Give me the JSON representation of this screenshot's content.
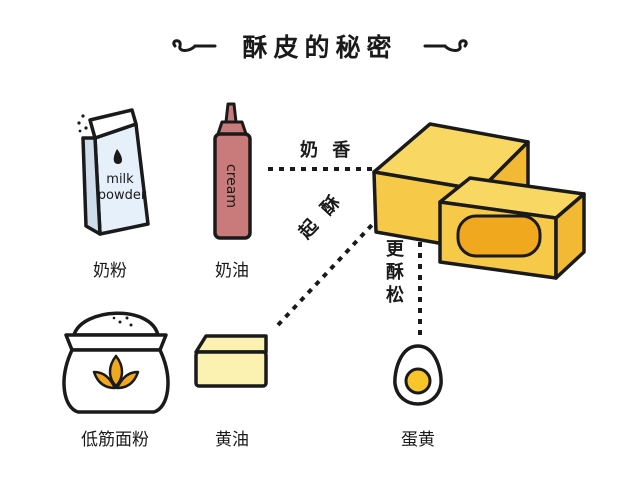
{
  "title": "酥皮的秘密",
  "ingredients": {
    "milk_powder": {
      "name": "奶粉",
      "package_top": "milk",
      "package_bottom": "powder"
    },
    "cream": {
      "name": "奶油",
      "tube_text": "cream"
    },
    "flour": {
      "name": "低筋面粉"
    },
    "butter": {
      "name": "黄油"
    },
    "egg_yolk": {
      "name": "蛋黄"
    }
  },
  "effects": {
    "milky_aroma": "奶 香",
    "flaky": "起 酥",
    "crispier": "更酥松"
  },
  "colors": {
    "outline": "#1a1a1a",
    "pastry": "#f7c948",
    "pastry_light": "#fbe27c",
    "pastry_top": "#f9d763",
    "filling": "#f0a91e",
    "cream_tube": "#c97b7b",
    "milk_bag": "#e6f0fa",
    "butter": "#fbf2b2",
    "yolk": "#f8c52b"
  }
}
